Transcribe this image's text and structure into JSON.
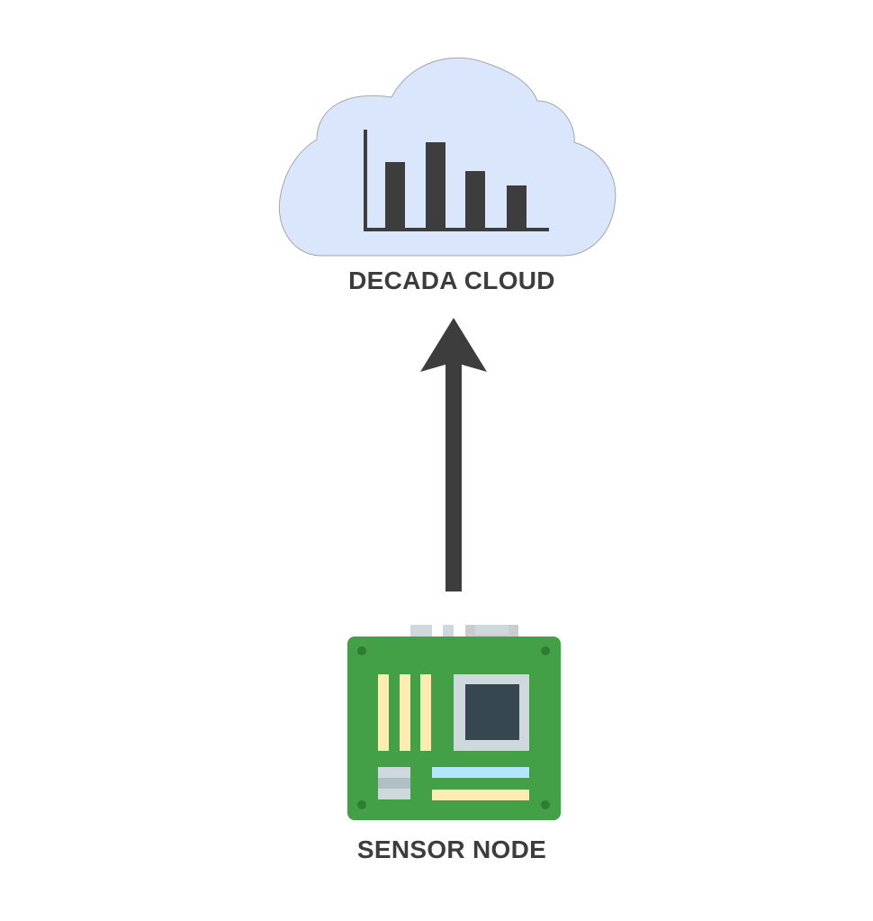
{
  "cloud": {
    "label": "DECADA CLOUD",
    "icon": "cloud-bar-chart-icon",
    "fill_color": "#d9e6fc",
    "stroke_color": "#a6a6a6",
    "bar_color": "#3d3d3d"
  },
  "node": {
    "label": "SENSOR NODE",
    "icon": "circuit-board-icon",
    "board_color": "#43a047"
  },
  "connection": {
    "icon": "arrow-up-icon",
    "direction": "up",
    "color": "#3d3d3d"
  }
}
